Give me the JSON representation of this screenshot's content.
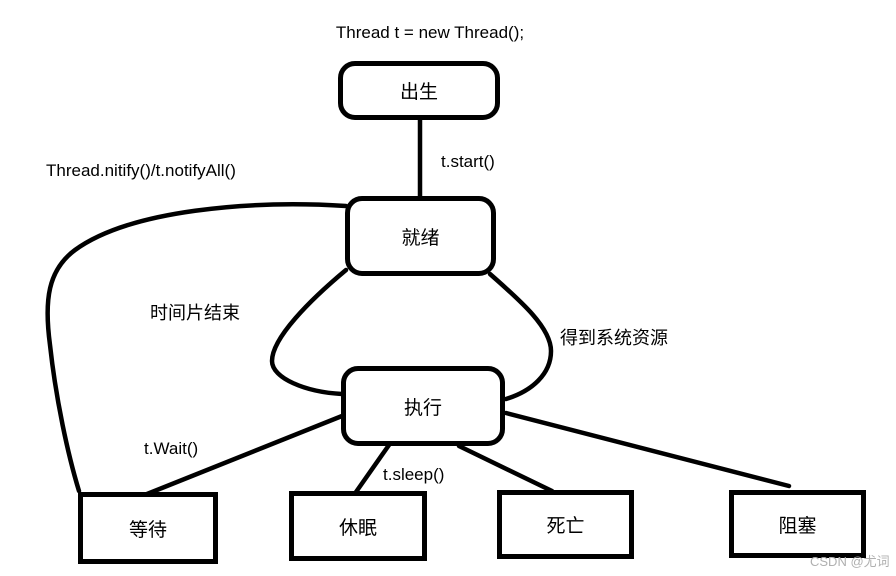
{
  "title": "Thread t = new Thread();",
  "nodes": {
    "born": "出生",
    "ready": "就绪",
    "running": "执行",
    "waiting": "等待",
    "sleeping": "休眠",
    "dead": "死亡",
    "blocked": "阻塞"
  },
  "edges": {
    "start": "t.start()",
    "notify": "Thread.nitify()/t.notifyAll()",
    "time_slice": "时间片结束",
    "get_resources": "得到系统资源",
    "wait": "t.Wait()",
    "sleep": "t.sleep()"
  },
  "watermark": "CSDN @尤词",
  "colors": {
    "stroke": "#000000",
    "background": "#ffffff",
    "watermark": "#b0b0b0"
  }
}
